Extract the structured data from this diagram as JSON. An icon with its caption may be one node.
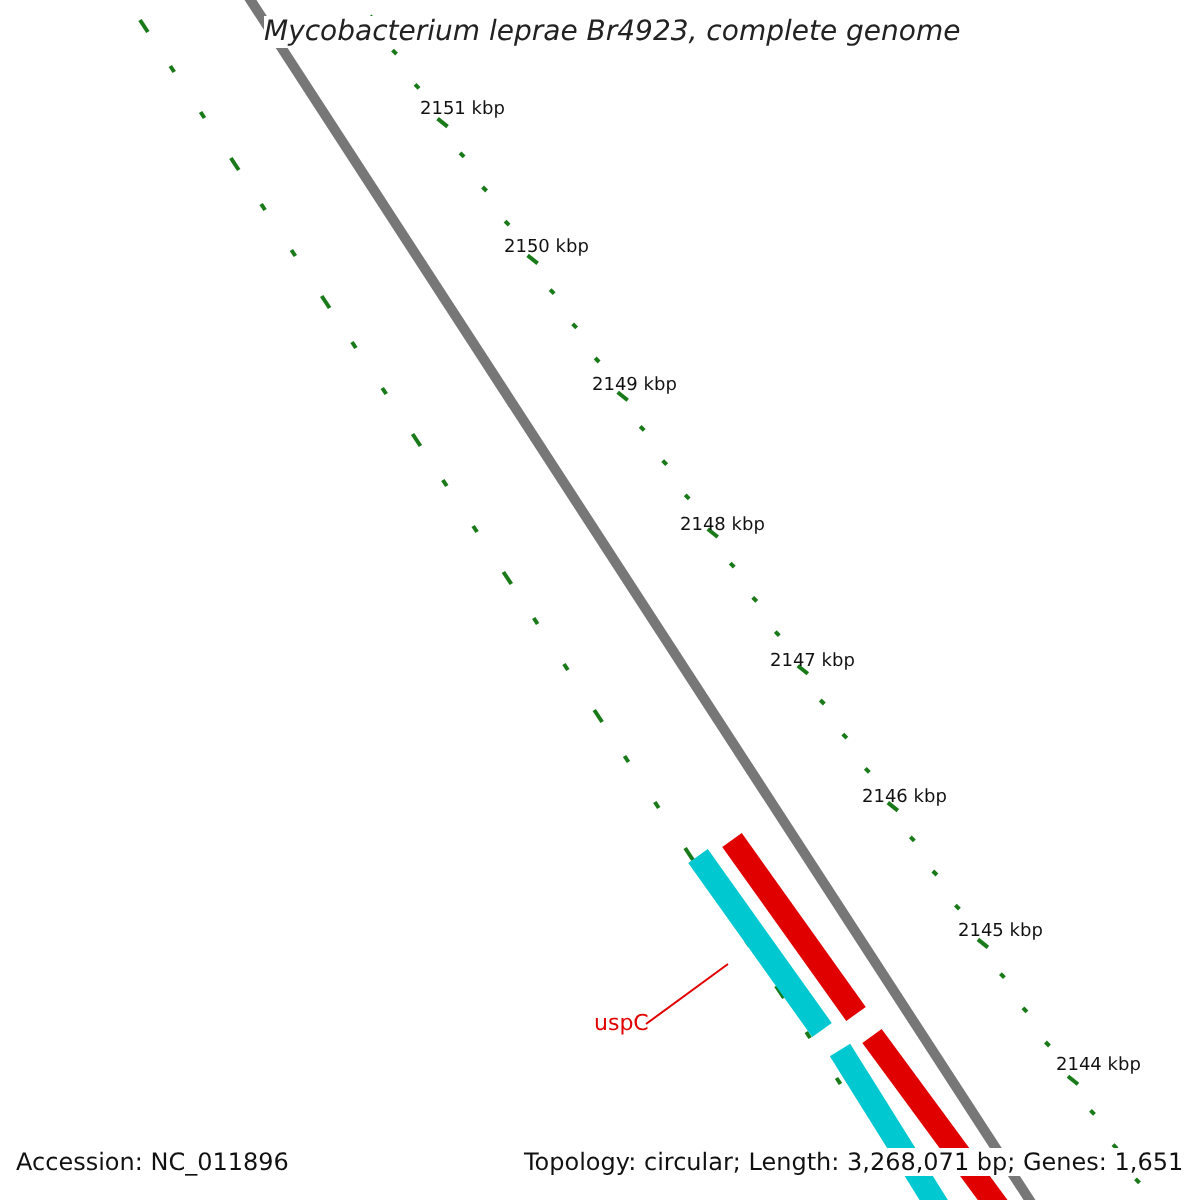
{
  "diagram": {
    "title": "Mycobacterium leprae Br4923, complete genome",
    "nodes": [
      {
        "text": [
          "uspC"
        ]
      },
      {
        "text": [],
        "shape": "bar"
      }
    ],
    "edges": [
      {
        "from": 0,
        "to": 1,
        "arrow": "none"
      }
    ],
    "labels": [
      "2151 kbp",
      "2150 kbp",
      "2149 kbp",
      "2148 kbp",
      "2147 kbp",
      "2146 kbp",
      "2145 kbp",
      "2144 kbp",
      "Accession: NC_011896",
      "Topology: circular; Length: 3,268,071 bp; Genes: 1,651"
    ]
  }
}
